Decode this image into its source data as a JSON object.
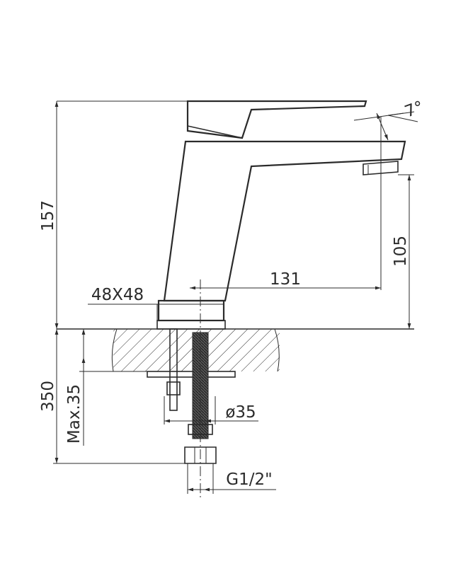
{
  "drawing": {
    "colors": {
      "line": "#2b2b2b",
      "background": "#ffffff"
    },
    "dimensions": {
      "height_total": "157",
      "spout_height": "105",
      "spout_reach": "131",
      "base_size": "48X48",
      "angle": "7°",
      "below_counter": "350",
      "max_counter": "Max.35",
      "shank_diameter": "ø35",
      "connection": "G1/2\""
    }
  }
}
